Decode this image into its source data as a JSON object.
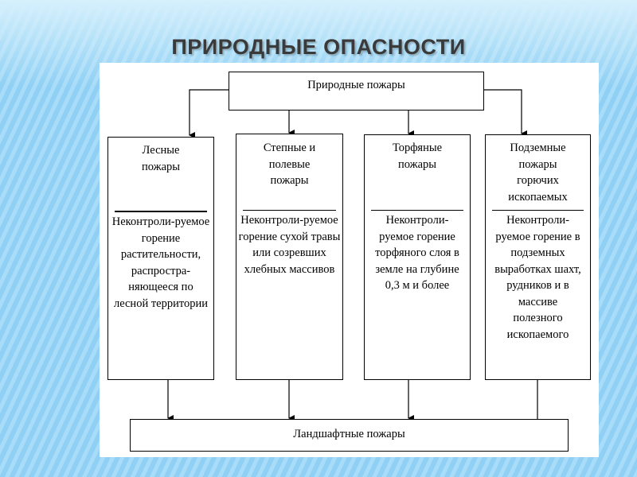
{
  "slide": {
    "title": "ПРИРОДНЫЕ ОПАСНОСТИ"
  },
  "diagram": {
    "root": "Природные пожары",
    "columns": [
      {
        "title": "Лесные пожары",
        "description": "Неконтроли-руемое горение растительности, распростра-няющееся по лесной территории"
      },
      {
        "title": "Степные и полевые пожары",
        "description": "Неконтроли-руемое горение сухой травы или созревших хлебных массивов"
      },
      {
        "title": "Торфяные пожары",
        "description": "Неконтроли-руемое горение торфяного слоя в земле на глубине 0,3 м и более"
      },
      {
        "title": "Подземные пожары горючих ископаемых",
        "description": "Неконтроли-руемое горение в подземных выработках шахт, рудников и в массиве полезного ископаемого"
      }
    ],
    "bottom": "Ландшафтные пожары"
  }
}
